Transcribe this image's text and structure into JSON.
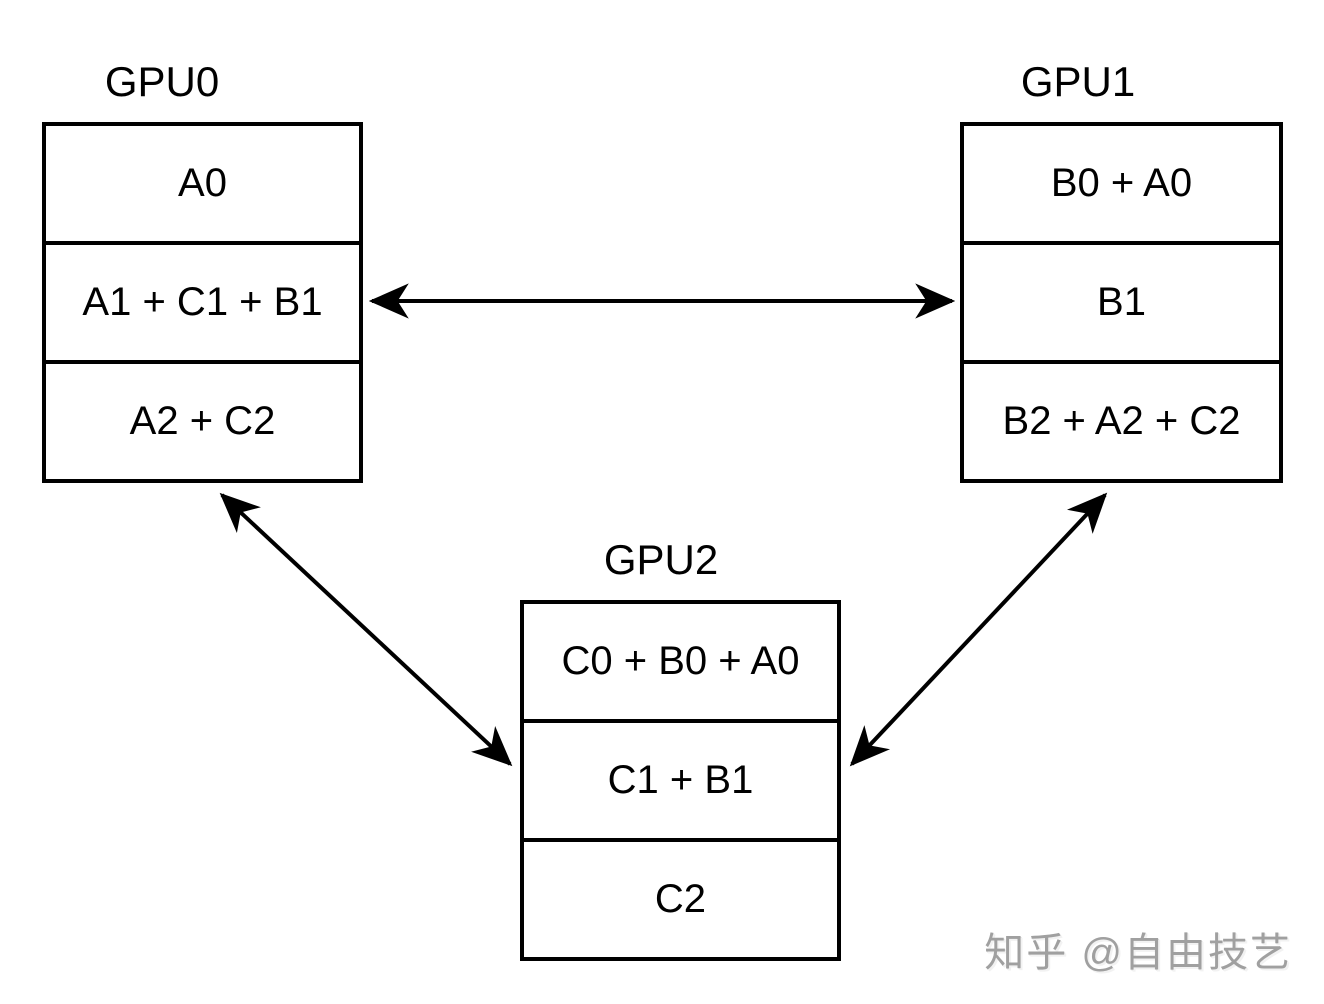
{
  "diagram": {
    "gpus": [
      {
        "label": "GPU0",
        "rows": [
          "A0",
          "A1 + C1 + B1",
          "A2 + C2"
        ]
      },
      {
        "label": "GPU1",
        "rows": [
          "B0 + A0",
          "B1",
          "B2 + A2 + C2"
        ]
      },
      {
        "label": "GPU2",
        "rows": [
          "C0 + B0 + A0",
          "C1 + B1",
          "C2"
        ]
      }
    ],
    "connections": [
      {
        "from": "GPU0",
        "to": "GPU1",
        "type": "bidirectional-arrow"
      },
      {
        "from": "GPU0",
        "to": "GPU2",
        "type": "bidirectional-arrow"
      },
      {
        "from": "GPU1",
        "to": "GPU2",
        "type": "bidirectional-arrow"
      }
    ],
    "colors": {
      "stroke": "#000000",
      "background": "#ffffff",
      "watermark": "#a0a0a0"
    }
  },
  "watermark": {
    "text": "知乎 @自由技艺"
  }
}
